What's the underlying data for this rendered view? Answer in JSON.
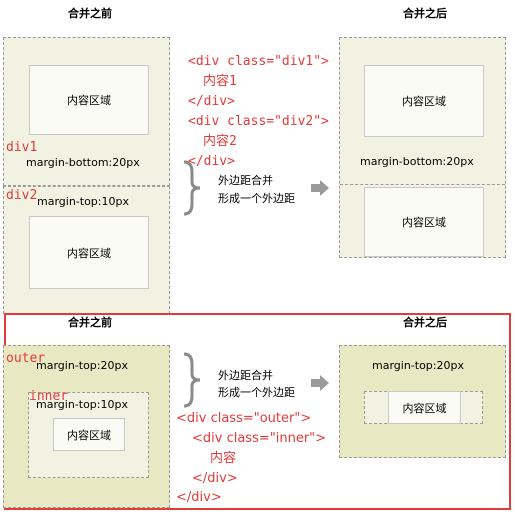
{
  "top": {
    "before_heading": "合并之前",
    "after_heading": "合并之后",
    "content_label": "内容区域",
    "div1_label": "div1",
    "div2_label": "div2",
    "margin_bottom": "margin-bottom:20px",
    "margin_top": "margin-top:10px",
    "code": [
      "<div class=\"div1\">",
      "内容1",
      "</div>",
      "<div class=\"div2\">",
      "内容2",
      "</div>"
    ],
    "note": [
      "外边距合并",
      "形成一个外边距"
    ]
  },
  "bottom": {
    "before_heading": "合并之前",
    "after_heading": "合并之后",
    "content_label": "内容区域",
    "outer_label": "outer",
    "inner_label": "inner",
    "outer_margin_top": "margin-top:20px",
    "inner_margin_top": "margin-top:10px",
    "code": [
      "<div class=\"outer\">",
      "<div class=\"inner\">",
      "内容",
      "</div>",
      "</div>"
    ],
    "note": [
      "外边距合并",
      "形成一个外边距"
    ]
  },
  "colors": {
    "highlight_border": "#e53a3a",
    "code_text": "#e53a3a",
    "arrow": "#9a9a9a"
  }
}
